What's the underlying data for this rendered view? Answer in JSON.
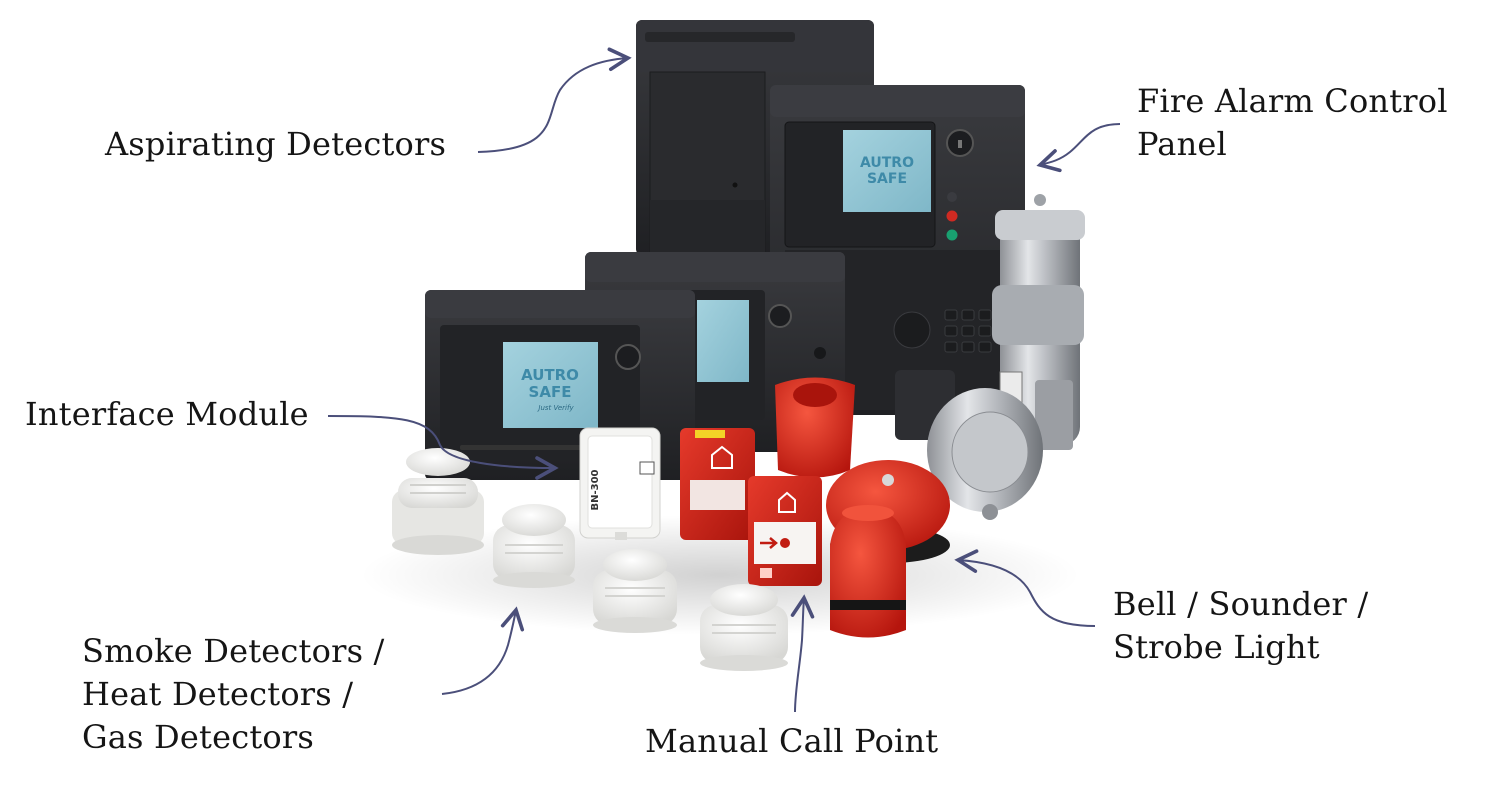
{
  "labels": {
    "aspirating": "Aspirating Detectors",
    "fire_panel_line1": "Fire Alarm Control",
    "fire_panel_line2": "Panel",
    "interface": "Interface Module",
    "detectors_line1": "Smoke Detectors /",
    "detectors_line2": "Heat Detectors /",
    "detectors_line3": "Gas Detectors",
    "call_point": "Manual Call Point",
    "bell_line1": "Bell / Sounder /",
    "bell_line2": "Strobe Light"
  },
  "branding": {
    "brand_top": "AUTRO",
    "brand_bottom": "SAFE",
    "tagline": "Just Verify",
    "module_code": "BN-300"
  },
  "colors": {
    "arrow": "#4b4f7a",
    "panel_dark": "#2b2c2f",
    "panel_screen": "#8fc3d1",
    "device_red": "#d8261c",
    "device_white": "#f1f1ef",
    "steel": "#b9bcc0"
  }
}
